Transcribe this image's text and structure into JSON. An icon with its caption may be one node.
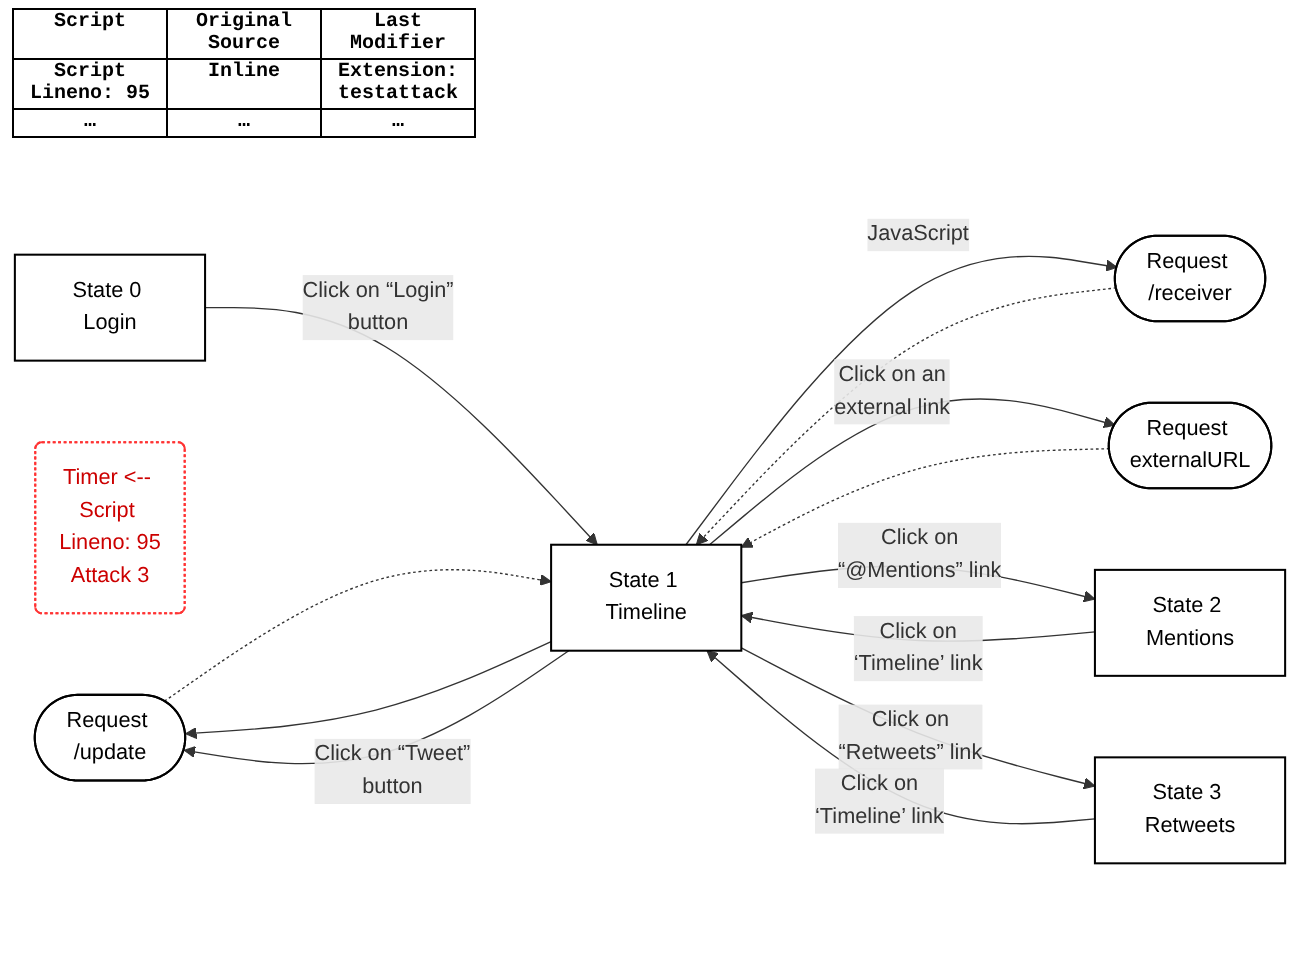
{
  "diagram": {
    "nodes": [
      {
        "text": [
          "Request /update"
        ]
      },
      {
        "text": [
          "Request /receiver"
        ]
      },
      {
        "text": [
          "Timer <-- Script Lineno: 95",
          "Attack 3"
        ]
      },
      {
        "text": [
          "State 0 Login"
        ]
      },
      {
        "text": [
          "State 1 Timeline"
        ]
      },
      {
        "text": [
          "Request externalURL"
        ]
      },
      {
        "text": [
          "State 2 Mentions"
        ]
      },
      {
        "text": [
          "State 3 Retweets"
        ]
      }
    ],
    "edges": [
      {
        "from": 3,
        "to": 4,
        "arrow": "to",
        "label": "Click on “Login” button"
      },
      {
        "from": 4,
        "to": 0,
        "arrow": "to"
      },
      {
        "from": 4,
        "to": 0,
        "arrow": "to",
        "label": "Click on “Tweet” button"
      },
      {
        "from": 0,
        "to": 4,
        "arrow": "to",
        "style": "dashed"
      },
      {
        "from": 1,
        "to": 4,
        "arrow": "to",
        "style": "dashed"
      },
      {
        "from": 4,
        "to": 1,
        "arrow": "to",
        "label": "JavaScript"
      },
      {
        "from": 4,
        "to": 5,
        "arrow": "to",
        "label": "Click on an external link"
      },
      {
        "from": 5,
        "to": 4,
        "arrow": "to",
        "style": "dashed"
      },
      {
        "from": 4,
        "to": 6,
        "arrow": "to",
        "label": "Click on “@Mentions” link"
      },
      {
        "from": 6,
        "to": 4,
        "arrow": "to",
        "label": "Click on ‘Timeline’ link"
      },
      {
        "from": 4,
        "to": 7,
        "arrow": "to",
        "label": "Click on “Retweets” link"
      },
      {
        "from": 7,
        "to": 4,
        "arrow": "to",
        "label": "Click on ‘Timeline’ link"
      }
    ],
    "labels": [
      "Script",
      "Original Source",
      "Last Modifier",
      "Script Lineno: 95",
      "Inline",
      "Extension: testattack",
      "…",
      "…",
      "…"
    ]
  }
}
